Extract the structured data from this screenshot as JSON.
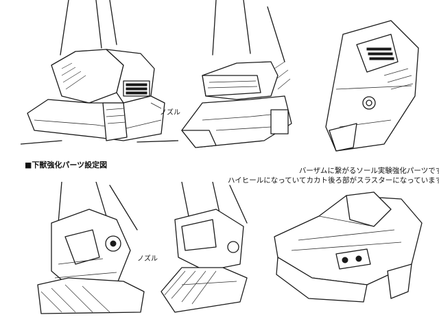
{
  "sheet": {
    "title": "■下獣強化パーツ設定図",
    "description_lines": [
      "バーザムに繋がるソール実験強化パーツです。",
      "ハイヒールになっていてカカト後ろ部がスラスターになっています。"
    ],
    "callouts": {
      "nozzle_top": "ノズル",
      "nozzle_bottom": "ノズル"
    }
  },
  "views": [
    "foot-view-rear-left",
    "foot-view-side-front",
    "sole-view-underside",
    "foot-view-rear-low",
    "foot-view-side-low",
    "sole-view-perspective"
  ]
}
